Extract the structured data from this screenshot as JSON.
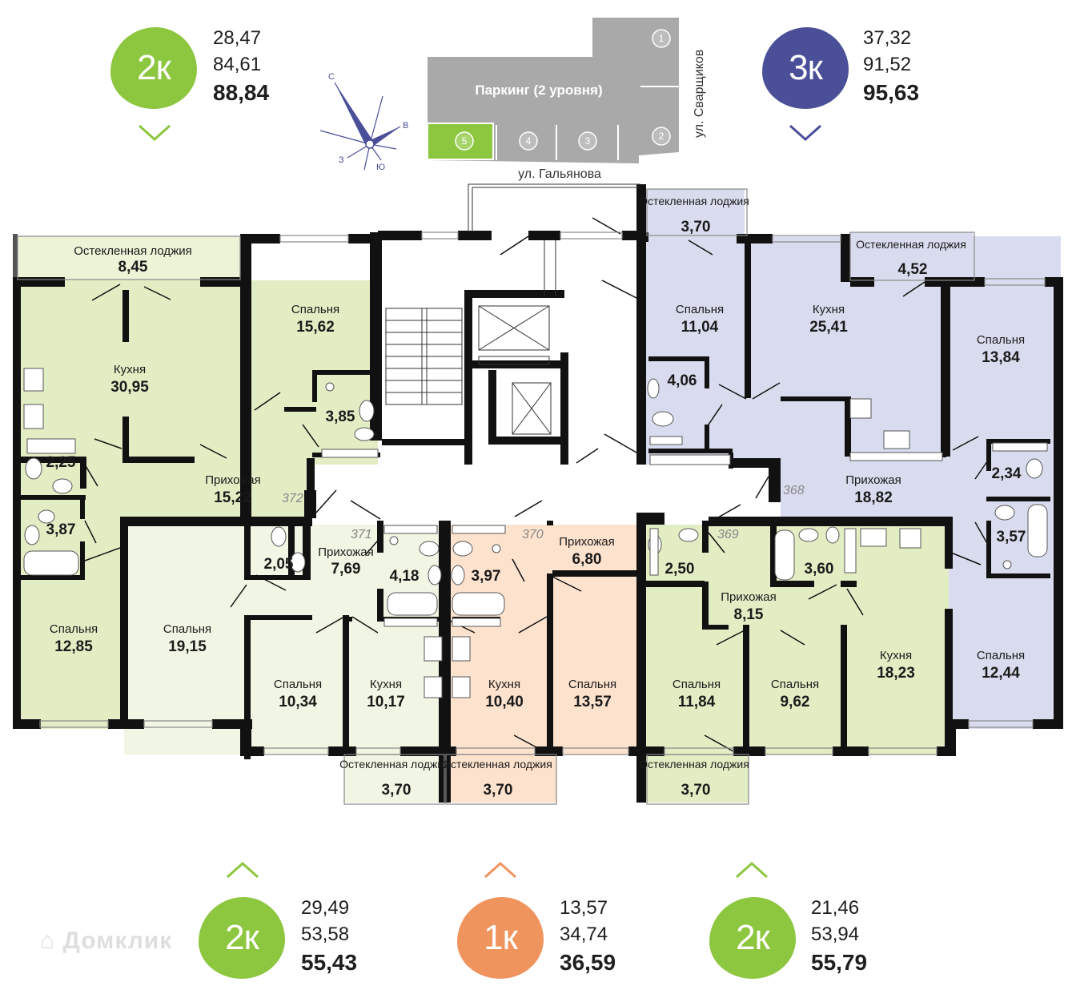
{
  "badges": {
    "top_left": {
      "label": "2к",
      "color": "#8dc63f",
      "living": "28,47",
      "usable": "84,61",
      "total": "88,84"
    },
    "top_right": {
      "label": "3к",
      "color": "#4a4f98",
      "living": "37,32",
      "usable": "91,52",
      "total": "95,63"
    },
    "bottom_1": {
      "label": "2к",
      "color": "#8dc63f",
      "living": "29,49",
      "usable": "53,58",
      "total": "55,43"
    },
    "bottom_2": {
      "label": "1к",
      "color": "#f0945e",
      "living": "13,57",
      "usable": "34,74",
      "total": "36,59"
    },
    "bottom_3": {
      "label": "2к",
      "color": "#8dc63f",
      "living": "21,46",
      "usable": "53,94",
      "total": "55,79"
    }
  },
  "site_plan": {
    "parking": "Паркинг (2 уровня)",
    "street_bottom": "ул. Гальянова",
    "street_right": "ул. Сварщиков",
    "sections": [
      "1",
      "2",
      "3",
      "4",
      "5"
    ]
  },
  "compass": {
    "n": "С",
    "e": "В",
    "s": "Ю",
    "w": "З"
  },
  "apartment_numbers": {
    "a372": "372",
    "a371": "371",
    "a370": "370",
    "a369": "369",
    "a368": "368"
  },
  "rooms": {
    "r1": {
      "name": "Остекленная лоджия",
      "area": "8,45"
    },
    "r2": {
      "name": "Кухня",
      "area": "30,95"
    },
    "r3": {
      "name": "Спальня",
      "area": "15,62"
    },
    "r4": {
      "name": "",
      "area": "3,85"
    },
    "r5": {
      "name": "",
      "area": "2,25"
    },
    "r6": {
      "name": "Прихожая",
      "area": "15,22"
    },
    "r7": {
      "name": "",
      "area": "3,87"
    },
    "r8": {
      "name": "Спальня",
      "area": "12,85"
    },
    "r9": {
      "name": "Спальня",
      "area": "19,15"
    },
    "r10": {
      "name": "",
      "area": "2,05"
    },
    "r11": {
      "name": "Прихожая",
      "area": "7,69"
    },
    "r12": {
      "name": "",
      "area": "4,18"
    },
    "r13": {
      "name": "Спальня",
      "area": "10,34"
    },
    "r14": {
      "name": "Кухня",
      "area": "10,17"
    },
    "r15": {
      "name": "Остекленная лоджия",
      "area": "3,70"
    },
    "r16": {
      "name": "",
      "area": "3,97"
    },
    "r17": {
      "name": "Прихожая",
      "area": "6,80"
    },
    "r18": {
      "name": "Кухня",
      "area": "10,40"
    },
    "r19": {
      "name": "Спальня",
      "area": "13,57"
    },
    "r20": {
      "name": "Остекленная лоджия",
      "area": "3,70"
    },
    "r21": {
      "name": "",
      "area": "2,50"
    },
    "r22": {
      "name": "Прихожая",
      "area": "8,15"
    },
    "r23": {
      "name": "",
      "area": "3,60"
    },
    "r24": {
      "name": "Спальня",
      "area": "11,84"
    },
    "r25": {
      "name": "Спальня",
      "area": "9,62"
    },
    "r26": {
      "name": "Кухня",
      "area": "18,23"
    },
    "r27": {
      "name": "Остекленная лоджия",
      "area": "3,70"
    },
    "r28": {
      "name": "Остекленная лоджия",
      "area": "3,70"
    },
    "r29": {
      "name": "Спальня",
      "area": "11,04"
    },
    "r30": {
      "name": "Остекленная лоджия",
      "area": "4,52"
    },
    "r31": {
      "name": "Кухня",
      "area": "25,41"
    },
    "r32": {
      "name": "Спальня",
      "area": "13,84"
    },
    "r33": {
      "name": "",
      "area": "4,06"
    },
    "r34": {
      "name": "Прихожая",
      "area": "18,82"
    },
    "r35": {
      "name": "",
      "area": "2,34"
    },
    "r36": {
      "name": "",
      "area": "3,57"
    },
    "r37": {
      "name": "Спальня",
      "area": "12,44"
    }
  },
  "watermark": "Домклик"
}
